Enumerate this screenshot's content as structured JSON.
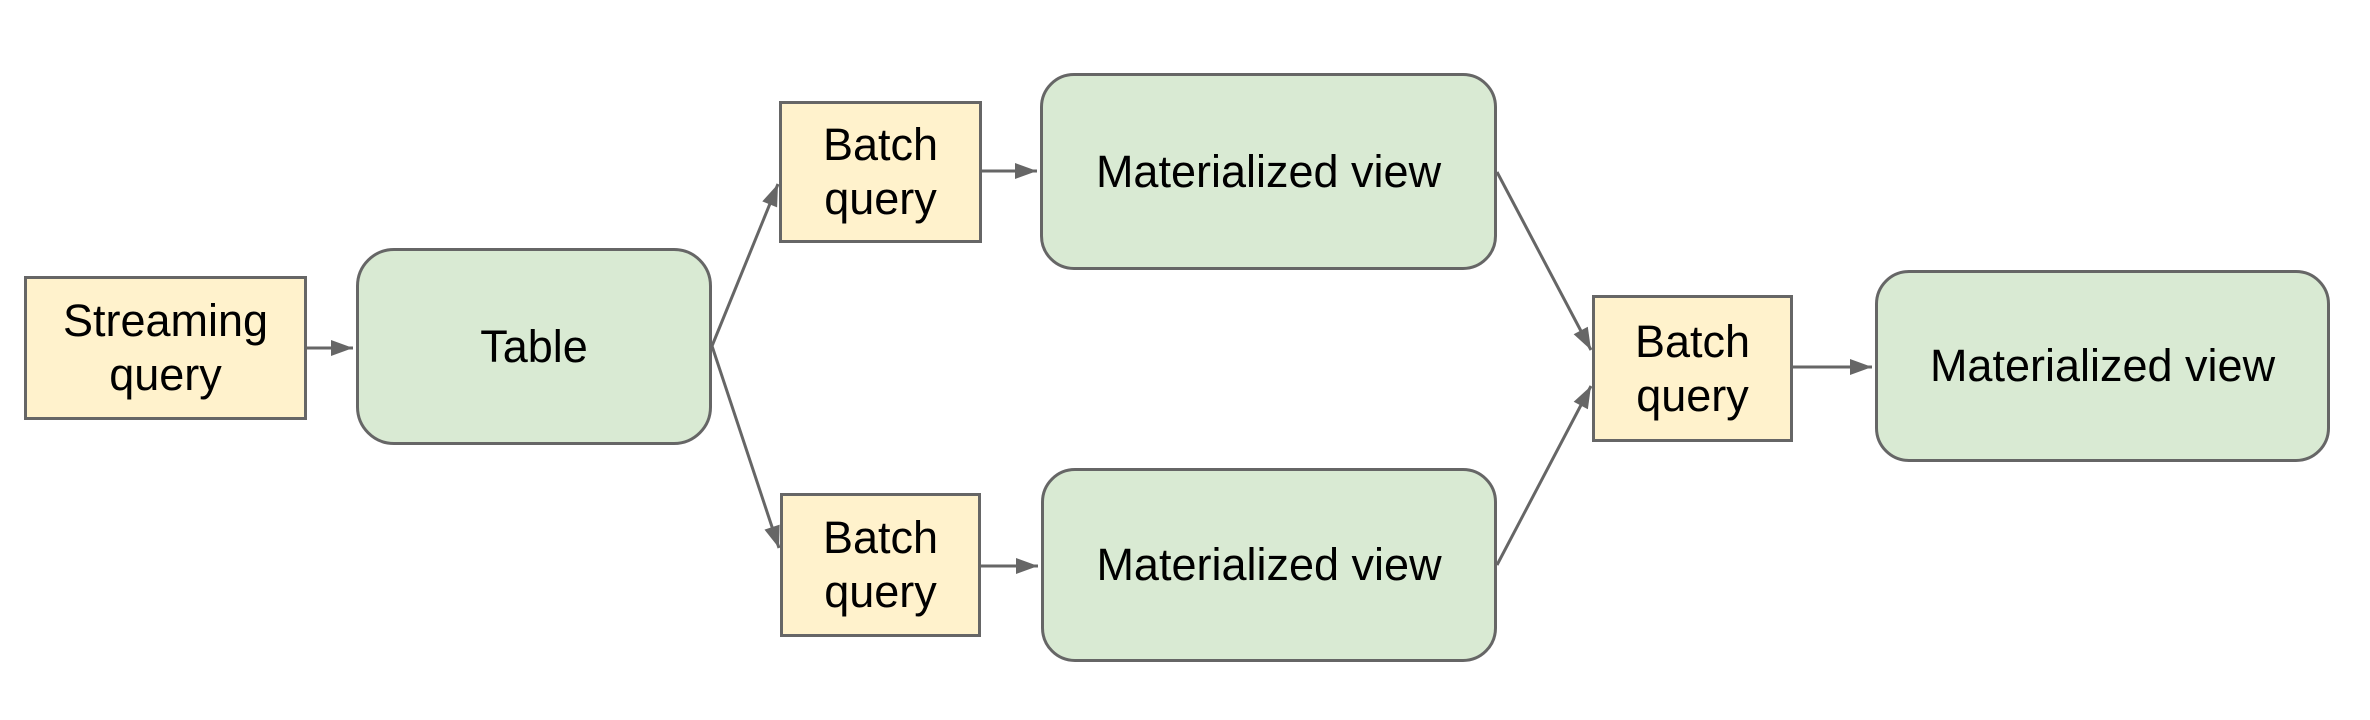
{
  "diagram": {
    "background": "#ffffff",
    "colors": {
      "query_fill": "#fff2cc",
      "store_fill": "#d9ead3",
      "border": "#666666",
      "arrow": "#666666",
      "text": "#000000"
    },
    "nodes": [
      {
        "id": "streaming-query",
        "label": "Streaming query",
        "kind": "query"
      },
      {
        "id": "table",
        "label": "Table",
        "kind": "store"
      },
      {
        "id": "batch-query-top",
        "label": "Batch query",
        "kind": "query"
      },
      {
        "id": "materialized-view-top",
        "label": "Materialized view",
        "kind": "store"
      },
      {
        "id": "batch-query-bottom",
        "label": "Batch query",
        "kind": "query"
      },
      {
        "id": "materialized-view-bottom",
        "label": "Materialized view",
        "kind": "store"
      },
      {
        "id": "batch-query-right",
        "label": "Batch query",
        "kind": "query"
      },
      {
        "id": "materialized-view-right",
        "label": "Materialized view",
        "kind": "store"
      }
    ],
    "edges": [
      {
        "from": "streaming-query",
        "to": "table"
      },
      {
        "from": "table",
        "to": "batch-query-top"
      },
      {
        "from": "table",
        "to": "batch-query-bottom"
      },
      {
        "from": "batch-query-top",
        "to": "materialized-view-top"
      },
      {
        "from": "batch-query-bottom",
        "to": "materialized-view-bottom"
      },
      {
        "from": "materialized-view-top",
        "to": "batch-query-right"
      },
      {
        "from": "materialized-view-bottom",
        "to": "batch-query-right"
      },
      {
        "from": "batch-query-right",
        "to": "materialized-view-right"
      }
    ]
  }
}
